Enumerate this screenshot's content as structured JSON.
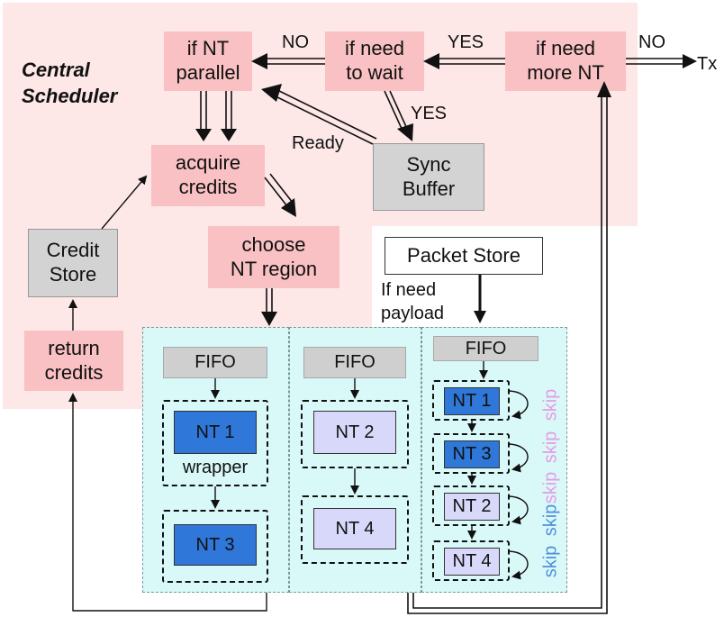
{
  "scheduler_title": "Central\nScheduler",
  "boxes": {
    "if_nt_parallel": "if NT\nparallel",
    "if_need_to_wait": "if need\nto wait",
    "if_need_more_nt": "if need\nmore NT",
    "acquire_credits": "acquire\ncredits",
    "sync_buffer": "Sync\nBuffer",
    "credit_store": "Credit\nStore",
    "choose_nt_region": "choose\nNT region",
    "return_credits": "return\ncredits",
    "packet_store": "Packet Store"
  },
  "edge_labels": {
    "no_1": "NO",
    "yes_1": "YES",
    "no_2": "NO",
    "tx": "Tx",
    "yes_2": "YES",
    "ready": "Ready",
    "if_need_payload": "If need\npayload"
  },
  "regions": [
    {
      "fifo": "FIFO",
      "nts": [
        {
          "label": "NT 1",
          "style": "dark"
        },
        {
          "label": "NT 3",
          "style": "dark"
        }
      ],
      "wrapper_label": "wrapper"
    },
    {
      "fifo": "FIFO",
      "nts": [
        {
          "label": "NT 2",
          "style": "light"
        },
        {
          "label": "NT 4",
          "style": "light"
        }
      ]
    },
    {
      "fifo": "FIFO",
      "nts": [
        {
          "label": "NT 1",
          "style": "dark"
        },
        {
          "label": "NT 3",
          "style": "dark"
        },
        {
          "label": "NT 2",
          "style": "light"
        },
        {
          "label": "NT 4",
          "style": "light"
        }
      ],
      "skip_labels": [
        "skip",
        "skip",
        "skip",
        "skip",
        "skip",
        "skip"
      ]
    }
  ],
  "colors": {
    "scheduler_bg": "#fde7e7",
    "box_pink": "#f9c1c3",
    "region_bg": "#d9f8f8",
    "nt_dark": "#2f77d8",
    "nt_light": "#d8d8fb",
    "skip_pink": "#e69be6",
    "skip_blue": "#4f8fe0"
  }
}
